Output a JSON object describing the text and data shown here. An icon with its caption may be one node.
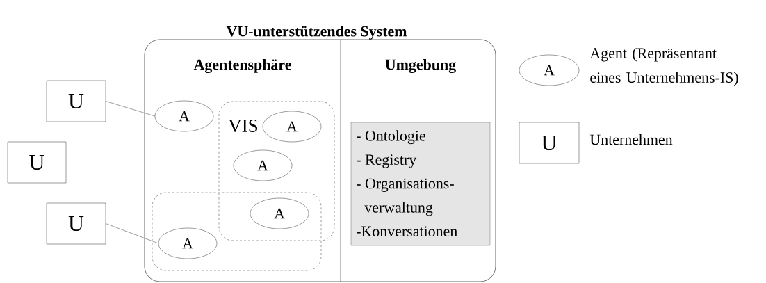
{
  "diagram": {
    "nodes": [
      {
        "text": [
          "VU-unterstützendes System"
        ]
      },
      {
        "text": [
          "Agentensphäre"
        ],
        "in": 0
      },
      {
        "text": [
          "Umgebung"
        ],
        "in": 0
      },
      {
        "text": [
          "U"
        ]
      },
      {
        "text": [
          "U"
        ]
      },
      {
        "text": [
          "U"
        ]
      },
      {
        "text": [
          "A"
        ],
        "in": 1
      },
      {
        "text": [
          "VIS"
        ],
        "in": 1
      },
      {
        "text": [
          "A"
        ],
        "in": 7
      },
      {
        "text": [
          "A"
        ],
        "in": 7
      },
      {
        "text": [
          "A"
        ]
      },
      {
        "text": [],
        "shape": "box",
        "in": 1
      },
      {
        "text": [
          "A"
        ],
        "in": 11
      },
      {
        "text": [
          "- Ontologie",
          "- Registry",
          "- Organisations- verwaltung",
          "-Konversationen"
        ],
        "in": 2
      },
      {
        "text": [
          "A"
        ],
        "beside": [
          "Agent (Repräsentant eines Unternehmens-IS)"
        ]
      },
      {
        "text": [
          "U"
        ],
        "beside": [
          "Unternehmen"
        ]
      }
    ],
    "edges": [
      {
        "from": 3,
        "to": 6,
        "arrow": "none"
      },
      {
        "from": 5,
        "to": 12,
        "arrow": "none"
      }
    ]
  }
}
